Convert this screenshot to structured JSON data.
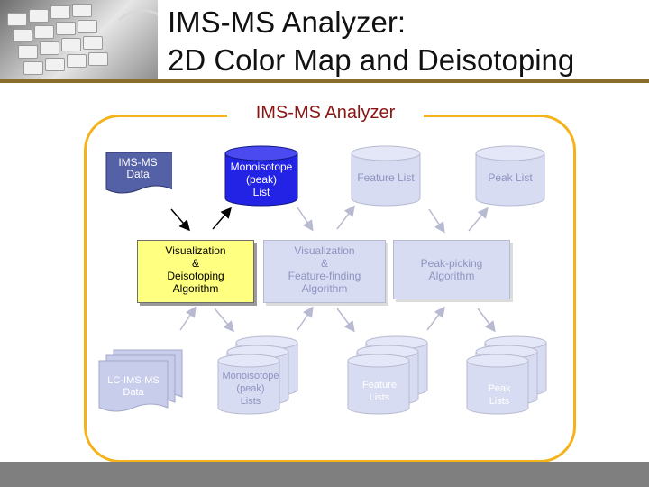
{
  "header": {
    "title_line1": "IMS-MS Analyzer:",
    "title_line2": "2D Color Map and Deisotoping"
  },
  "diagram": {
    "frame_title": "IMS-MS Analyzer",
    "nodes": {
      "ims_ms_data": "IMS-MS\nData",
      "monoisotope_list": "Monoisotope\n(peak)\nList",
      "feature_list": "Feature List",
      "peak_list": "Peak List",
      "vis_deisotoping": "Visualization\n&\nDeisotoping\nAlgorithm",
      "vis_feature_finding": "Visualization\n&\nFeature-finding\nAlgorithm",
      "peak_picking": "Peak-picking\nAlgorithm",
      "lc_ims_ms_data": "LC-IMS-MS\nData",
      "monoisotope_lists": "Monoisotope\n(peak)\nLists",
      "feature_lists": "Feature\nLists",
      "peak_lists": "Peak\nLists"
    }
  },
  "colors": {
    "frame": "#f4b31b",
    "title_text": "#8b1414",
    "highlight_cylinder": "#2323e6",
    "highlight_process": "#ffff80",
    "muted_fill": "#d8dcf2",
    "muted_text": "#8e93c0",
    "data_doc": "#5561a6"
  }
}
